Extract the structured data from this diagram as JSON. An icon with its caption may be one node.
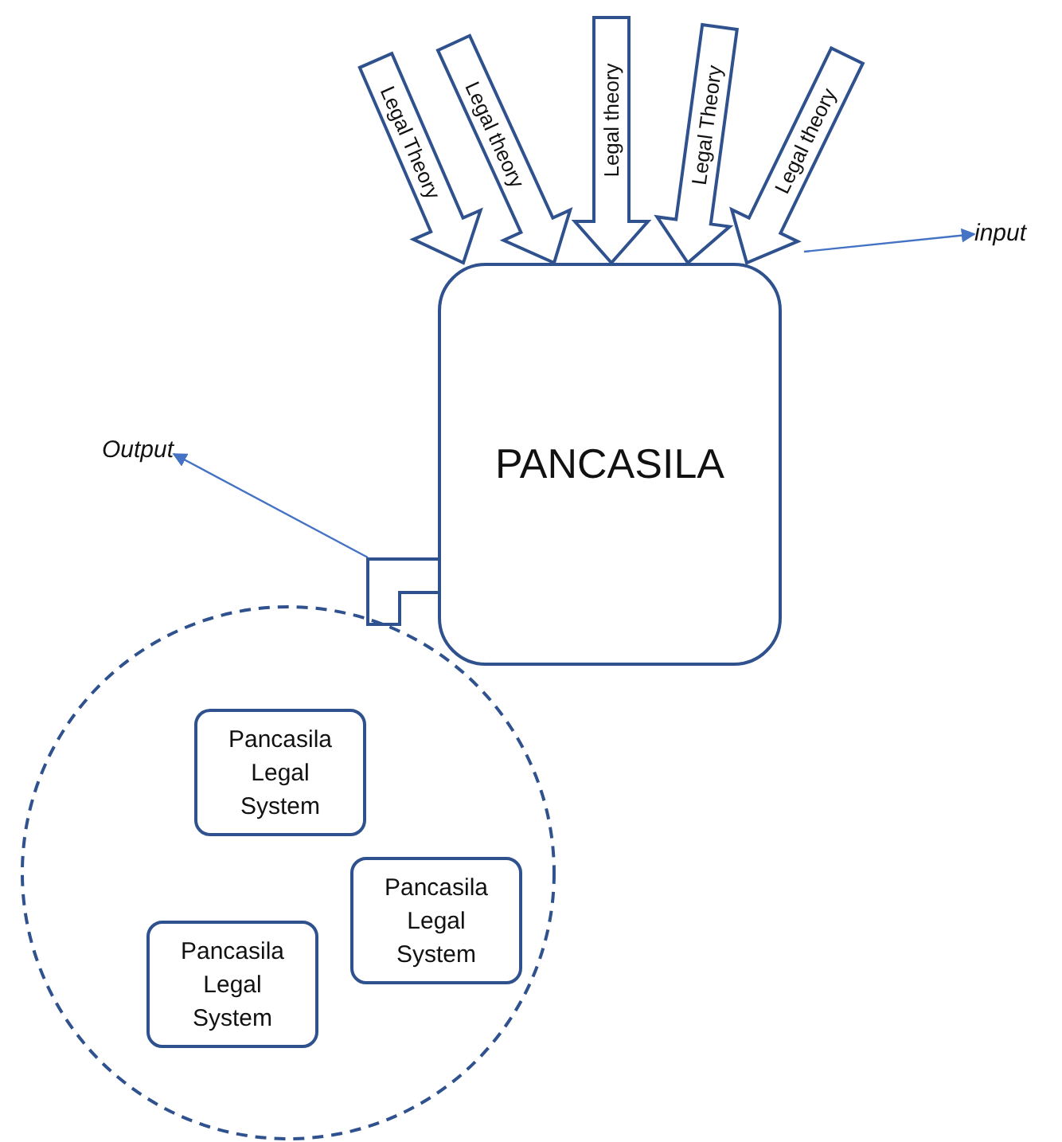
{
  "diagram": {
    "nodes": [
      {
        "text": [
          "PANCASILA"
        ]
      },
      {
        "text": [
          "input"
        ]
      },
      {
        "text": [
          "Output"
        ]
      },
      {
        "text": [],
        "shape": "box"
      },
      {
        "text": [],
        "shape": "circle"
      },
      {
        "text": [
          "Pancasila Legal System"
        ],
        "in": 4
      },
      {
        "text": [
          "Pancasila Legal System"
        ],
        "in": 4
      },
      {
        "text": [
          "Pancasila Legal System"
        ],
        "in": 4
      }
    ],
    "edges": [
      {
        "from": null,
        "to": 0,
        "arrow": "to",
        "label": "Legal Theory",
        "style": "thick"
      },
      {
        "from": null,
        "to": 0,
        "arrow": "to",
        "label": "Legal theory",
        "style": "thick"
      },
      {
        "from": null,
        "to": 0,
        "arrow": "to",
        "label": "Legal theory",
        "style": "thick"
      },
      {
        "from": null,
        "to": 0,
        "arrow": "to",
        "label": "Legal Theory",
        "style": "thick"
      },
      {
        "from": null,
        "to": 0,
        "arrow": "to",
        "label": "Legal theory",
        "style": "thick"
      },
      {
        "from": null,
        "to": 1,
        "arrow": "to"
      },
      {
        "from": 3,
        "to": 2,
        "arrow": "to"
      }
    ]
  }
}
